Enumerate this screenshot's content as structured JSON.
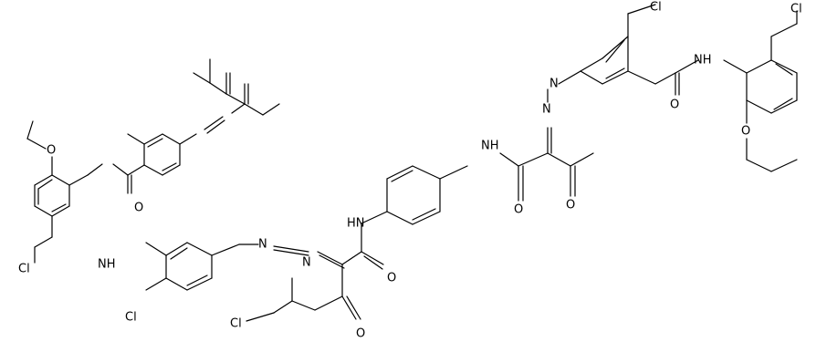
{
  "molecule": {
    "labels": {
      "cl_a": "Cl",
      "cl_b": "Cl",
      "cl_c": "Cl",
      "cl_d": "Cl",
      "cl_e": "Cl",
      "nh_a": "NH",
      "nh_b": "HN",
      "nh_c": "NH",
      "nh_d": "NH",
      "o_amide_a": "O",
      "o_amide_b": "O",
      "o_amide_c": "O",
      "o_amide_d": "O",
      "o_keto_a": "O",
      "o_keto_b": "O",
      "o_ether_a": "O",
      "o_ether_b": "O",
      "n_azo_a1": "N",
      "n_azo_a2": "N",
      "n_azo_b1": "N",
      "n_azo_b2": "N"
    }
  }
}
